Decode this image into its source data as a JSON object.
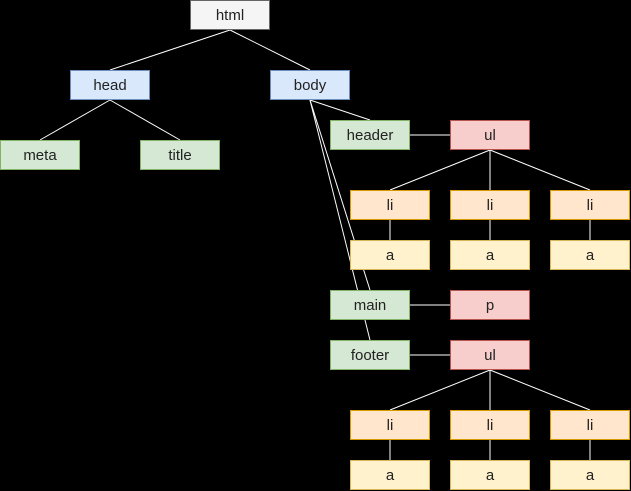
{
  "diagram": {
    "background": "#000000",
    "edge_color": "#ffffff",
    "node_types": {
      "root": {
        "fill": "#f5f5f5",
        "stroke": "#666666"
      },
      "head": {
        "fill": "#dae8fc",
        "stroke": "#6c8ebf"
      },
      "green": {
        "fill": "#d5e8d4",
        "stroke": "#82b366"
      },
      "red": {
        "fill": "#f8cecc",
        "stroke": "#b85450"
      },
      "orange": {
        "fill": "#ffe6cc",
        "stroke": "#d79b00"
      },
      "yellow": {
        "fill": "#fff2cc",
        "stroke": "#d6b656"
      }
    },
    "nodes": [
      {
        "id": "html",
        "label": "html",
        "type": "root"
      },
      {
        "id": "head",
        "label": "head",
        "type": "head"
      },
      {
        "id": "body",
        "label": "body",
        "type": "head"
      },
      {
        "id": "meta",
        "label": "meta",
        "type": "green"
      },
      {
        "id": "title",
        "label": "title",
        "type": "green"
      },
      {
        "id": "header",
        "label": "header",
        "type": "green"
      },
      {
        "id": "ul1",
        "label": "ul",
        "type": "red"
      },
      {
        "id": "li1",
        "label": "li",
        "type": "orange"
      },
      {
        "id": "li2",
        "label": "li",
        "type": "orange"
      },
      {
        "id": "li3",
        "label": "li",
        "type": "orange"
      },
      {
        "id": "a1",
        "label": "a",
        "type": "yellow"
      },
      {
        "id": "a2",
        "label": "a",
        "type": "yellow"
      },
      {
        "id": "a3",
        "label": "a",
        "type": "yellow"
      },
      {
        "id": "main",
        "label": "main",
        "type": "green"
      },
      {
        "id": "p",
        "label": "p",
        "type": "red"
      },
      {
        "id": "footer",
        "label": "footer",
        "type": "green"
      },
      {
        "id": "ul2",
        "label": "ul",
        "type": "red"
      },
      {
        "id": "li4",
        "label": "li",
        "type": "orange"
      },
      {
        "id": "li5",
        "label": "li",
        "type": "orange"
      },
      {
        "id": "li6",
        "label": "li",
        "type": "orange"
      },
      {
        "id": "a4",
        "label": "a",
        "type": "yellow"
      },
      {
        "id": "a5",
        "label": "a",
        "type": "yellow"
      },
      {
        "id": "a6",
        "label": "a",
        "type": "yellow"
      }
    ],
    "edges": [
      [
        "html",
        "head"
      ],
      [
        "html",
        "body"
      ],
      [
        "head",
        "meta"
      ],
      [
        "head",
        "title"
      ],
      [
        "body",
        "header"
      ],
      [
        "body",
        "main"
      ],
      [
        "body",
        "footer"
      ],
      [
        "header",
        "ul1"
      ],
      [
        "ul1",
        "li1"
      ],
      [
        "ul1",
        "li2"
      ],
      [
        "ul1",
        "li3"
      ],
      [
        "li1",
        "a1"
      ],
      [
        "li2",
        "a2"
      ],
      [
        "li3",
        "a3"
      ],
      [
        "main",
        "p"
      ],
      [
        "footer",
        "ul2"
      ],
      [
        "ul2",
        "li4"
      ],
      [
        "ul2",
        "li5"
      ],
      [
        "ul2",
        "li6"
      ],
      [
        "li4",
        "a4"
      ],
      [
        "li5",
        "a5"
      ],
      [
        "li6",
        "a6"
      ]
    ]
  }
}
